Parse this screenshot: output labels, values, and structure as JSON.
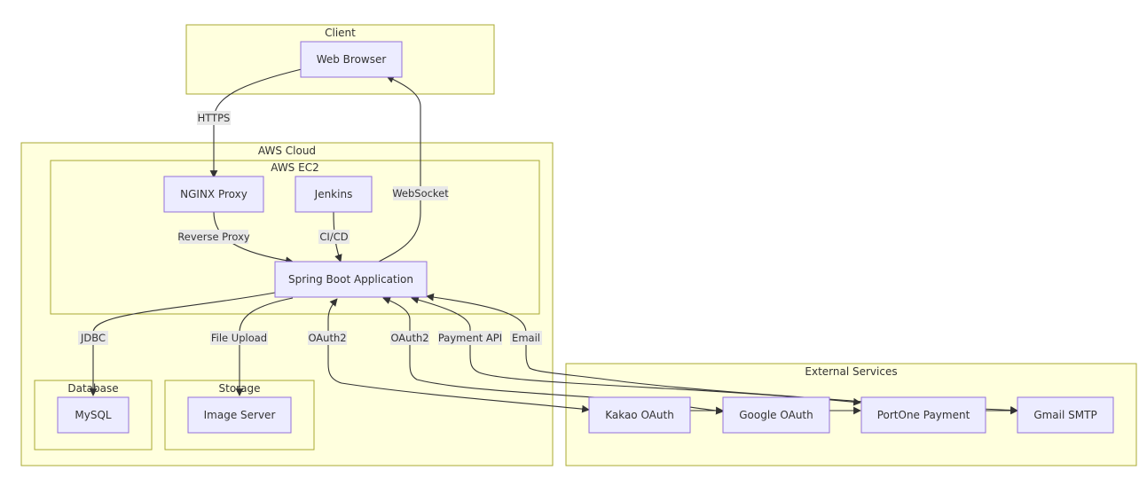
{
  "clusters": {
    "client": "Client",
    "aws_cloud": "AWS Cloud",
    "aws_ec2": "AWS EC2",
    "database": "Database",
    "storage": "Storage",
    "external": "External Services"
  },
  "nodes": {
    "web_browser": "Web Browser",
    "nginx": "NGINX Proxy",
    "jenkins": "Jenkins",
    "spring": "Spring Boot Application",
    "mysql": "MySQL",
    "image_server": "Image Server",
    "kakao": "Kakao OAuth",
    "google": "Google OAuth",
    "portone": "PortOne Payment",
    "gmail": "Gmail SMTP"
  },
  "edges": {
    "https": "HTTPS",
    "websocket": "WebSocket",
    "reverse_proxy": "Reverse Proxy",
    "cicd": "CI/CD",
    "jdbc": "JDBC",
    "file_upload": "File Upload",
    "oauth2_kakao": "OAuth2",
    "oauth2_google": "OAuth2",
    "payment_api": "Payment API",
    "email": "Email"
  },
  "colors": {
    "cluster_fill": "#ffffde",
    "cluster_stroke": "#aaaa33",
    "node_fill": "#ececff",
    "node_stroke": "#9370db",
    "edge": "#333333",
    "edge_label_bg": "#e8e8e8"
  }
}
